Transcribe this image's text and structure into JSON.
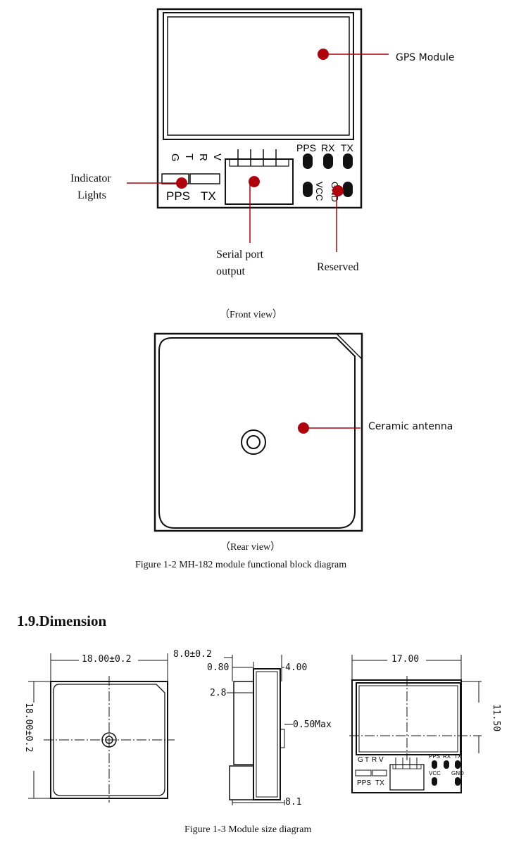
{
  "front": {
    "gps_module": "GPS Module",
    "indicator_lights_1": "Indicator",
    "indicator_lights_2": "Lights",
    "serial_port_1": "Serial port",
    "serial_port_2": "output",
    "reserved": "Reserved",
    "pin_g": "G",
    "pin_t": "T",
    "pin_r": "R",
    "pin_v": "V",
    "pad_pps": "PPS",
    "pad_rx": "RX",
    "pad_tx": "TX",
    "pad_vcc": "VCC",
    "pad_gnd": "GND",
    "led_pps": "PPS",
    "led_tx": "TX",
    "caption": "（Front view）"
  },
  "rear": {
    "ceramic_antenna": "Ceramic antenna",
    "caption": "（Rear view）"
  },
  "figure_1_2": "Figure 1-2  MH-182 module functional block diagram",
  "section": {
    "heading": "1.9.Dimension"
  },
  "dims": {
    "width": "18.00±0.2",
    "height": "18.00±0.2",
    "thickness": "8.0±0.2",
    "d080": "0.80",
    "d400": "4.00",
    "d28": "2.8",
    "d050": "0.50Max",
    "d81": "8.1",
    "d1700": "17.00",
    "d1150": "11.50"
  },
  "small_view": {
    "g": "G",
    "t": "T",
    "r": "R",
    "v": "V",
    "pps": "PPS",
    "rx": "RX",
    "tx": "TX",
    "vcc": "VCC",
    "gnd": "GND",
    "led_pps": "PPS",
    "led_tx": "TX"
  },
  "figure_1_3": "Figure 1-3 Module size diagram",
  "colors": {
    "marker": "#b0000b",
    "line": "#111111"
  }
}
